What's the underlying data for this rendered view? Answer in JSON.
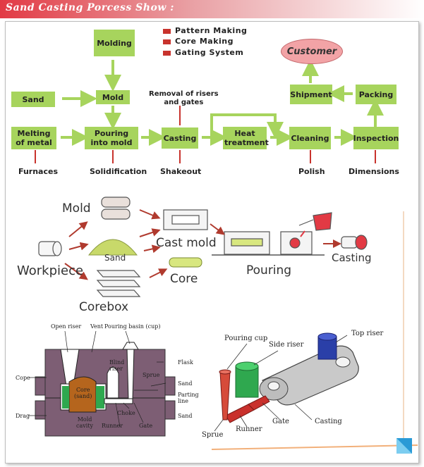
{
  "header": {
    "title": "Sand Casting Porcess Show :"
  },
  "flow": {
    "boxes": {
      "molding": "Molding",
      "sand": "Sand",
      "mold": "Mold",
      "melting": "Melting of metal",
      "pouring": "Pouring into mold",
      "casting": "Casting",
      "heat": "Heat treatment",
      "cleaning": "Cleaning",
      "inspection": "Inspection",
      "packing": "Packing",
      "shipment": "Shipment",
      "customer": "Customer"
    },
    "legend": [
      "Pattern Making",
      "Core Making",
      "Gating System"
    ],
    "notes": {
      "removal": "Removal of risers\nand gates",
      "furnaces": "Furnaces",
      "solidification": "Solidification",
      "shakeout": "Shakeout",
      "polish": "Polish",
      "dimensions": "Dimensions"
    },
    "colors": {
      "box": "#a7d45d",
      "arrow": "#a7d45d",
      "legend": "#c8332d",
      "customer": "#f2a3a6"
    }
  },
  "sketch": {
    "mold": "Mold",
    "workpiece": "Workpiece",
    "sand": "Sand",
    "cast_mold": "Cast mold",
    "core": "Core",
    "corebox": "Corebox",
    "pouring": "Pouring",
    "casting": "Casting"
  },
  "section": {
    "labels": {
      "open_riser": "Open riser",
      "vent": "Vent",
      "pouring_basin": "Pouring basin (cup)",
      "flask": "Flask",
      "cope": "Cope",
      "blind_riser": "Blind\nriser",
      "sprue": "Sprue",
      "sand_top": "Sand",
      "core": "Core\n(sand)",
      "parting_line": "Parting\nline",
      "drag": "Drag",
      "choke": "Choke",
      "sand_bottom": "Sand",
      "mold_cavity": "Mold\ncavity",
      "runner": "Runner",
      "gate": "Gate"
    }
  },
  "iso": {
    "labels": {
      "pouring_cup": "Pouring cup",
      "side_riser": "Side riser",
      "top_riser": "Top riser",
      "sprue": "Sprue",
      "runner": "Runner",
      "gate": "Gate",
      "casting": "Casting"
    }
  }
}
